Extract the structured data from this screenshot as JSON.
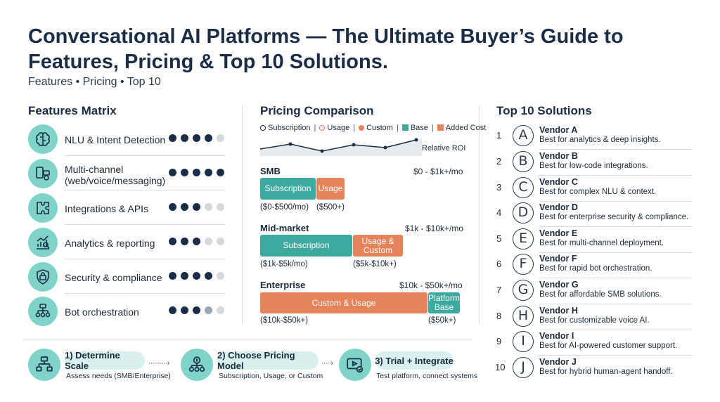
{
  "header": {
    "title": "Conversational AI Platforms — The Ultimate Buyer’s Guide to Features, Pricing & Top 10 Solutions.",
    "subtitle": "Features • Pricing • Top 10"
  },
  "features": {
    "heading": "Features Matrix",
    "items": [
      {
        "label": "NLU & Intent Detection",
        "icon": "brain-icon",
        "score": 4,
        "of": 5
      },
      {
        "label": "Multi-channel (web/voice/messaging)",
        "icon": "devices-icon",
        "score": 5,
        "of": 5
      },
      {
        "label": "Integrations & APIs",
        "icon": "puzzle-icon",
        "score": 3,
        "of": 5
      },
      {
        "label": "Analytics & reporting",
        "icon": "analytics-icon",
        "score": 3,
        "of": 5
      },
      {
        "label": "Security & compliance",
        "icon": "shield-lock-icon",
        "score": 4,
        "of": 5
      },
      {
        "label": "Bot orchestration",
        "icon": "flowchart-icon",
        "score": 3.5,
        "of": 5
      }
    ]
  },
  "pricing": {
    "heading": "Pricing Comparison",
    "legend": {
      "subscription": "Subscription",
      "usage": "Usage",
      "custom": "Custom",
      "base": "Base",
      "added_cost": "Added Cost"
    },
    "roi_label": "Relative ROI",
    "colors": {
      "teal": "#3ea99f",
      "orange": "#e5835a"
    },
    "tiers": [
      {
        "name": "SMB",
        "range": "$0 - $1k+/mo",
        "segments": [
          {
            "label": "Subscription",
            "sub": "($0-$500/mo)"
          },
          {
            "label": "Usage",
            "sub": "($500+)"
          }
        ]
      },
      {
        "name": "Mid-market",
        "range": "$1k - $10k+/mo",
        "segments": [
          {
            "label": "Subscription",
            "sub": "($1k-$5k/mo)"
          },
          {
            "label": "Usage & Custom",
            "sub": "($5k-$10k+)"
          }
        ]
      },
      {
        "name": "Enterprise",
        "range": "$10k - $50k+/mo",
        "segments": [
          {
            "label": "Custom & Usage",
            "sub": "($10k-$50k+)"
          },
          {
            "label": "Platform Base",
            "sub": "($50k+)"
          }
        ]
      }
    ]
  },
  "top10": {
    "heading": "Top 10 Solutions",
    "vendors": [
      {
        "num": "1",
        "letter": "A",
        "name": "Vendor A",
        "desc": "Best for analytics & deep insights."
      },
      {
        "num": "2",
        "letter": "B",
        "name": "Vendor B",
        "desc": "Best for low-code integrations."
      },
      {
        "num": "3",
        "letter": "C",
        "name": "Vendor C",
        "desc": "Best for complex NLU & context."
      },
      {
        "num": "4",
        "letter": "D",
        "name": "Vendor D",
        "desc": "Best for enterprise security & compliance."
      },
      {
        "num": "5",
        "letter": "E",
        "name": "Vendor E",
        "desc": "Best for multi-channel deployment."
      },
      {
        "num": "6",
        "letter": "F",
        "name": "Vendor F",
        "desc": "Best for rapid bot orchestration."
      },
      {
        "num": "7",
        "letter": "G",
        "name": "Vendor G",
        "desc": "Best for affordable SMB solutions."
      },
      {
        "num": "8",
        "letter": "H",
        "name": "Vendor H",
        "desc": "Best for customizable voice AI."
      },
      {
        "num": "9",
        "letter": "I",
        "name": "Vendor I",
        "desc": "Best for AI-powered customer support."
      },
      {
        "num": "10",
        "letter": "J",
        "name": "Vendor J",
        "desc": "Best for hybrid human-agent handoff."
      }
    ]
  },
  "steps": [
    {
      "label": "1) Determine Scale",
      "desc": "Assess needs (SMB/Enterprise)",
      "icon": "org-chart-icon"
    },
    {
      "label": "2) Choose Pricing Model",
      "desc": "Subscription, Usage, or Custom",
      "icon": "pricing-tree-icon"
    },
    {
      "label": "3) Trial + Integrate",
      "desc": "Test platform, connect systems",
      "icon": "video-check-icon"
    }
  ]
}
